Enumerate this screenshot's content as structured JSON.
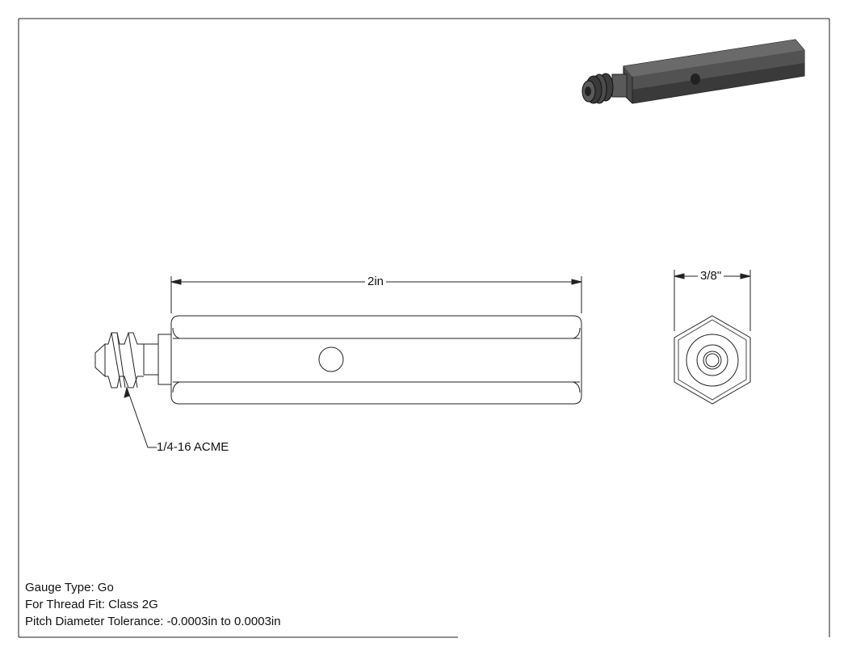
{
  "dimensions": {
    "length": "2in",
    "across_flats": "3/8\"",
    "thread_callout": "1/4-16 ACME"
  },
  "notes": {
    "gauge_type": "Gauge Type: Go",
    "thread_fit": "For Thread Fit: Class 2G",
    "pitch_tolerance": "Pitch Diameter Tolerance: -0.0003in to 0.0003in"
  },
  "colors": {
    "line": "#222222",
    "part_shade": "#555555",
    "part_dark": "#333333",
    "background": "#ffffff"
  }
}
